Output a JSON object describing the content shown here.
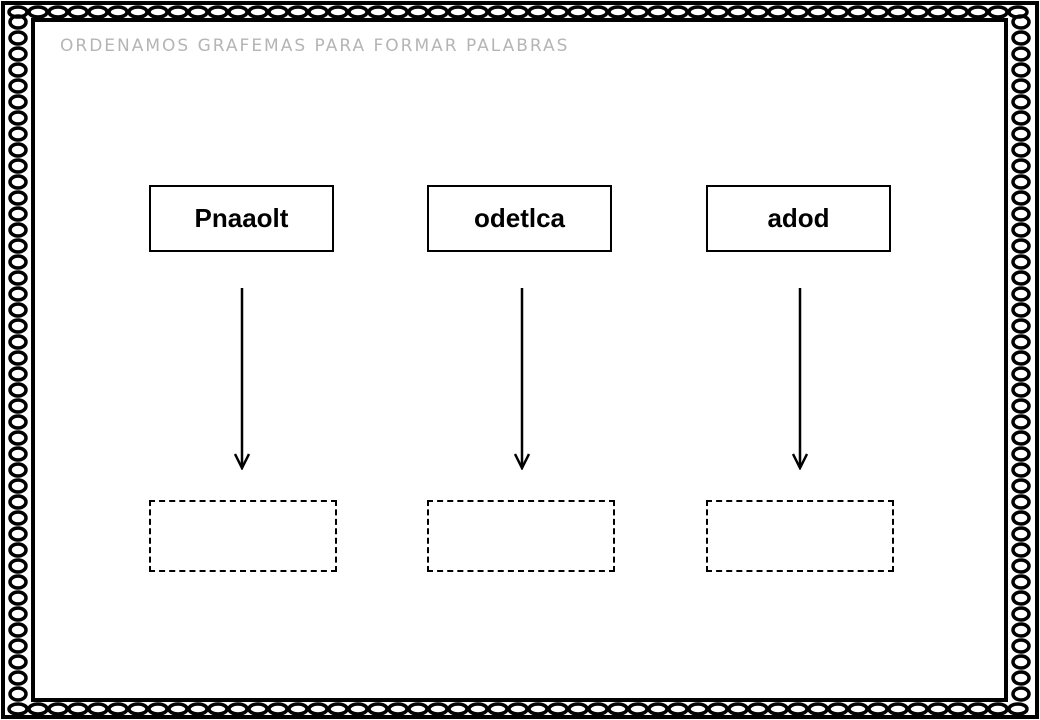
{
  "worksheet": {
    "title": "ORDENAMOS GRAFEMAS PARA FORMAR PALABRAS",
    "items": [
      {
        "scrambled": "Pnaaolt",
        "answer": ""
      },
      {
        "scrambled": "odetlca",
        "answer": ""
      },
      {
        "scrambled": "adod",
        "answer": ""
      }
    ]
  },
  "colors": {
    "border": "#000000",
    "title": "#b5b5b5",
    "background": "#ffffff"
  }
}
